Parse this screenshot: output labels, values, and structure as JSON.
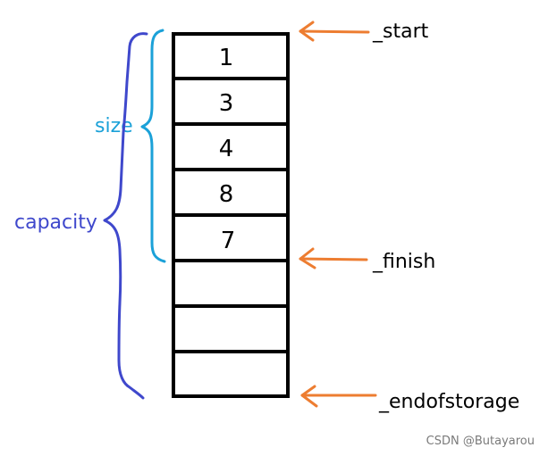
{
  "colors": {
    "box_stroke": "#000000",
    "pointer": "#ed7d31",
    "size_brace": "#1ba1d8",
    "capacity_brace": "#3f48cc",
    "watermark": "#7a7a7a"
  },
  "labels": {
    "size": "size",
    "capacity": "capacity"
  },
  "pointers": {
    "start": "_start",
    "finish": "_finish",
    "end_of_storage": "_endofstorage"
  },
  "slots": [
    "1",
    "3",
    "4",
    "8",
    "7",
    "",
    "",
    ""
  ],
  "watermark": "CSDN @Butayarou"
}
